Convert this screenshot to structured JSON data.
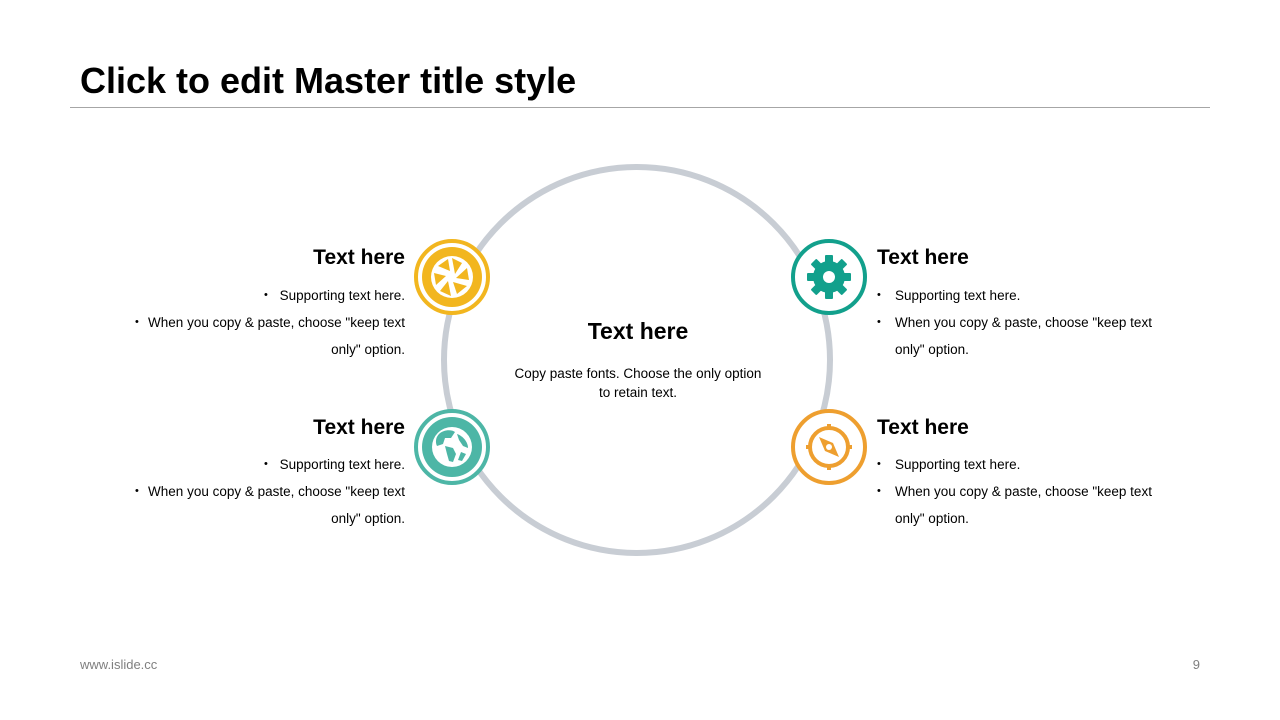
{
  "slide": {
    "title": "Click to edit Master title style"
  },
  "center": {
    "heading": "Text here",
    "body": "Copy paste fonts. Choose the only option to retain text."
  },
  "items": [
    {
      "heading": "Text here",
      "bullet1": "Supporting text here.",
      "bullet2a": "When you copy & paste, choose \"keep text",
      "bullet2b": "only\" option.",
      "icon": "camera-aperture-icon",
      "color": "#f2b61f"
    },
    {
      "heading": "Text here",
      "bullet1": "Supporting text here.",
      "bullet2a": "When you copy & paste, choose \"keep text",
      "bullet2b": "only\" option.",
      "icon": "globe-icon",
      "color": "#4db6a6"
    },
    {
      "heading": "Text here",
      "bullet1": "Supporting text here.",
      "bullet2a": "When you copy & paste, choose \"keep text",
      "bullet2b": "only\" option.",
      "icon": "gear-icon",
      "color": "#12a08c"
    },
    {
      "heading": "Text here",
      "bullet1": "Supporting text here.",
      "bullet2a": "When you copy & paste, choose \"keep text",
      "bullet2b": "only\" option.",
      "icon": "compass-icon",
      "color": "#ee9f2f"
    }
  ],
  "footer": {
    "website": "www.islide.cc",
    "page_number": "9"
  }
}
